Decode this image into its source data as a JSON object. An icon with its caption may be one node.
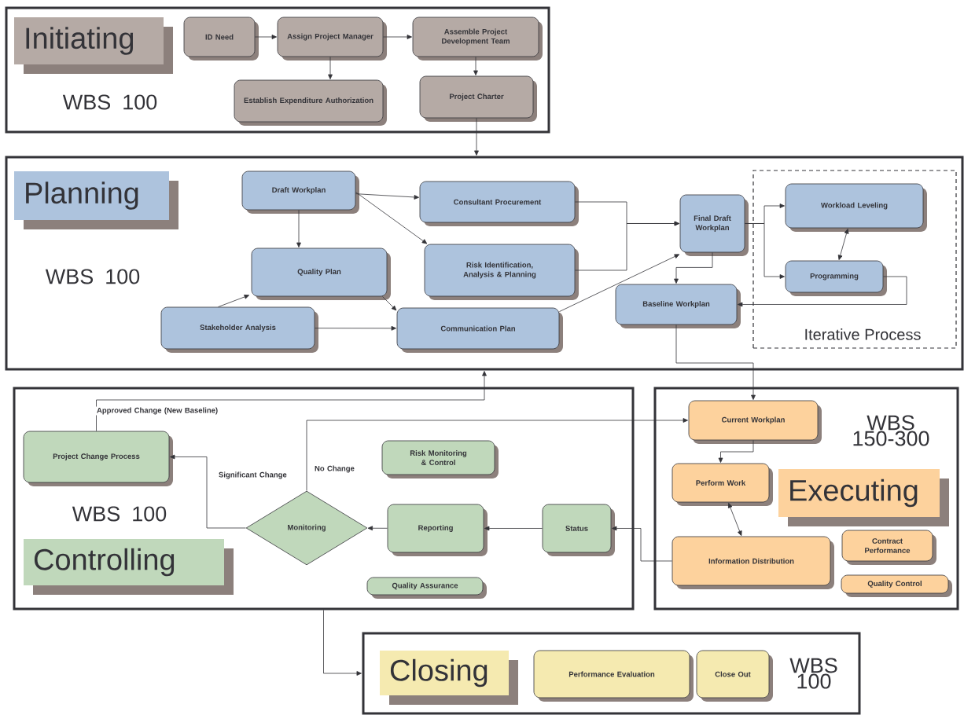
{
  "diagram": {
    "nodes": [
      {
        "text": [
          "WBS 100"
        ]
      },
      {
        "text": [
          "Initiating"
        ],
        "in": 0
      },
      {
        "text": [
          "ID Need"
        ],
        "in": 0
      },
      {
        "text": [
          "Assign Project Manager"
        ],
        "in": 0
      },
      {
        "text": [
          "Assemble Project Development Team"
        ],
        "in": 0
      },
      {
        "text": [
          "Establish Expenditure Authorization"
        ],
        "in": 0
      },
      {
        "text": [
          "Project Charter"
        ],
        "in": 0
      },
      {
        "text": [
          "WBS 100"
        ]
      },
      {
        "text": [
          "Planning"
        ],
        "in": 7
      },
      {
        "text": [
          "Draft Workplan"
        ],
        "in": 7
      },
      {
        "text": [
          "Consultant Procurement"
        ],
        "in": 7
      },
      {
        "text": [
          "Quality Plan"
        ],
        "in": 7
      },
      {
        "text": [
          "Risk Identification, Analysis & Planning"
        ],
        "in": 7
      },
      {
        "text": [
          "Stakeholder Analysis"
        ],
        "in": 7
      },
      {
        "text": [
          "Communication Plan"
        ],
        "in": 7
      },
      {
        "text": [
          "Final Draft Workplan"
        ],
        "in": 7
      },
      {
        "text": [
          "Baseline Workplan"
        ],
        "in": 7
      },
      {
        "text": [
          "Iterative Process"
        ],
        "in": 7
      },
      {
        "text": [
          "Workload Leveling"
        ],
        "in": 17
      },
      {
        "text": [
          "Programming"
        ],
        "in": 17
      },
      {
        "text": [
          "WBS 100"
        ]
      },
      {
        "text": [
          "Project Change Process"
        ],
        "in": 20
      },
      {
        "text": [
          "Risk Monitoring & Control"
        ],
        "in": 20
      },
      {
        "text": [
          "Monitoring"
        ],
        "in": 20
      },
      {
        "text": [
          "Reporting"
        ],
        "in": 20
      },
      {
        "text": [
          "Status"
        ],
        "in": 20
      },
      {
        "text": [
          "Controlling"
        ],
        "in": 20
      },
      {
        "text": [
          "Quality Assurance"
        ],
        "in": 20
      },
      {
        "text": [
          "WBS 150-300"
        ]
      },
      {
        "text": [
          "Current Workplan"
        ],
        "in": 28
      },
      {
        "text": [
          "Perform Work"
        ],
        "in": 28
      },
      {
        "text": [
          "Executing"
        ],
        "in": 28
      },
      {
        "text": [
          "Information Distribution"
        ],
        "in": 28
      },
      {
        "text": [
          "Contract Performance"
        ],
        "in": 28
      },
      {
        "text": [
          "Quality Control"
        ],
        "in": 28
      },
      {
        "text": [
          "WBS 100"
        ]
      },
      {
        "text": [
          "Closing"
        ],
        "in": 35
      },
      {
        "text": [
          "Performance Evaluation"
        ],
        "in": 35
      },
      {
        "text": [
          "Close Out"
        ],
        "in": 35
      }
    ],
    "edges": [
      {
        "from": 2,
        "to": 3,
        "arrow": "to"
      },
      {
        "from": 3,
        "to": 4,
        "arrow": "to"
      },
      {
        "from": 3,
        "to": 5,
        "arrow": "to"
      },
      {
        "from": 4,
        "to": 6,
        "arrow": "to"
      },
      {
        "from": 6,
        "to": 7,
        "arrow": "to"
      },
      {
        "from": 9,
        "to": 10,
        "arrow": "to"
      },
      {
        "from": 9,
        "to": 12,
        "arrow": "to"
      },
      {
        "from": 9,
        "to": 11,
        "arrow": "to"
      },
      {
        "from": 13,
        "to": 11,
        "arrow": "to"
      },
      {
        "from": 13,
        "to": 14,
        "arrow": "to"
      },
      {
        "from": 11,
        "to": 14,
        "arrow": "to"
      },
      {
        "from": 10,
        "to": 15,
        "arrow": "to"
      },
      {
        "from": 12,
        "to": 15,
        "arrow": "to"
      },
      {
        "from": 14,
        "to": 15,
        "arrow": "to"
      },
      {
        "from": 15,
        "to": 18,
        "arrow": "to"
      },
      {
        "from": 15,
        "to": 19,
        "arrow": "to"
      },
      {
        "from": 18,
        "to": 19,
        "arrow": "both"
      },
      {
        "from": 15,
        "to": 16,
        "arrow": "to"
      },
      {
        "from": 19,
        "to": 16,
        "arrow": "to"
      },
      {
        "from": 16,
        "to": 29,
        "arrow": "to"
      },
      {
        "from": 29,
        "to": 30,
        "arrow": "to"
      },
      {
        "from": 30,
        "to": 32,
        "arrow": "both"
      },
      {
        "from": 32,
        "to": 25,
        "arrow": "to"
      },
      {
        "from": 25,
        "to": 24,
        "arrow": "to"
      },
      {
        "from": 24,
        "to": 23,
        "arrow": "to"
      },
      {
        "from": 23,
        "to": 21,
        "arrow": "to",
        "label": "Significant Change"
      },
      {
        "from": 23,
        "to": 29,
        "arrow": "to",
        "label": "No Change"
      },
      {
        "from": 21,
        "to": 7,
        "arrow": "to",
        "label": "Approved Change (New Baseline)"
      },
      {
        "from": 20,
        "to": 35,
        "arrow": "to"
      }
    ]
  }
}
